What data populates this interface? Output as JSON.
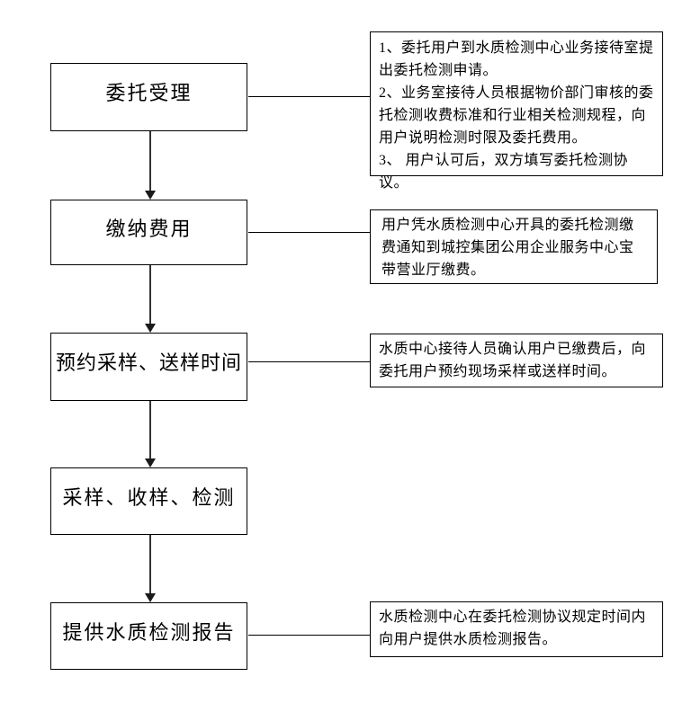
{
  "diagram": {
    "type": "flowchart",
    "topic": "水质委托检测流程",
    "colors": {
      "background": "#ffffff",
      "box_border": "#000000",
      "box_fill": "#ffffff",
      "line": "#333333",
      "text": "#000000"
    },
    "steps": [
      {
        "label": "委托受理"
      },
      {
        "label": "缴纳费用"
      },
      {
        "label": "预约采样、送样时间"
      },
      {
        "label": "采样、收样、检测"
      },
      {
        "label": "提供水质检测报告"
      }
    ],
    "notes": [
      {
        "attached_step": "委托受理",
        "text": "1、委托用户到水质检测中心业务接待室提出委托检测申请。\n2、业务室接待人员根据物价部门审核的委托检测收费标准和行业相关检测规程，向用户说明检测时限及委托费用。\n3、 用户认可后，双方填写委托检测协议。"
      },
      {
        "attached_step": "缴纳费用",
        "text": "用户凭水质检测中心开具的委托检测缴费通知到城控集团公用企业服务中心宝带营业厅缴费。"
      },
      {
        "attached_step": "预约采样、送样时间",
        "text": "水质中心接待人员确认用户已缴费后，向委托用户预约现场采样或送样时间。"
      },
      {
        "attached_step": "提供水质检测报告",
        "text": "水质检测中心在委托检测协议规定时间内向用户提供水质检测报告。"
      }
    ]
  }
}
